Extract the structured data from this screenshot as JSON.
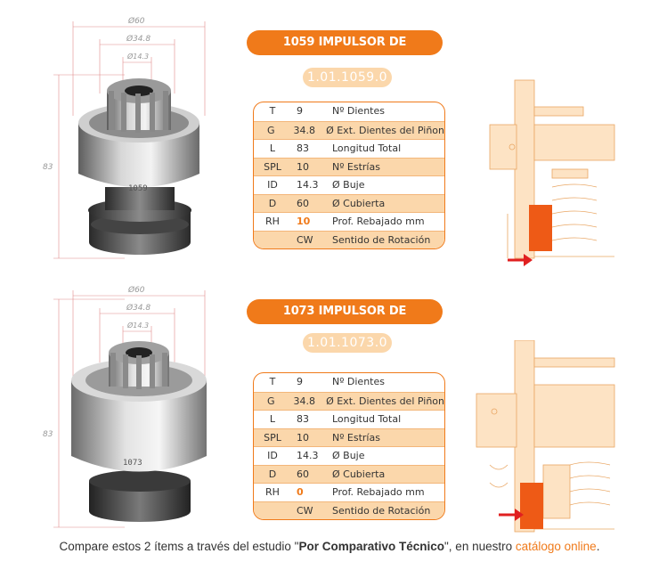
{
  "products": [
    {
      "title": "1059 IMPULSOR DE ARRANQUE",
      "code": "1.01.1059.0",
      "part_marking": "1059",
      "dims": {
        "outer": "Ø60",
        "mid": "Ø34.8",
        "inner": "Ø14.3",
        "height": "83"
      },
      "specs": [
        {
          "code": "T",
          "value": "9",
          "desc": "Nº Dientes"
        },
        {
          "code": "G",
          "value": "34.8",
          "desc": "Ø Ext. Dientes del Piñon"
        },
        {
          "code": "L",
          "value": "83",
          "desc": "Longitud Total"
        },
        {
          "code": "SPL",
          "value": "10",
          "desc": "Nº Estrías"
        },
        {
          "code": "ID",
          "value": "14.3",
          "desc": "Ø Buje"
        },
        {
          "code": "D",
          "value": "60",
          "desc": "Ø Cubierta"
        },
        {
          "code": "RH",
          "value": "10",
          "desc": "Prof. Rebajado mm"
        },
        {
          "code": "",
          "value": "CW",
          "desc": "Sentido de Rotación"
        }
      ]
    },
    {
      "title": "1073 IMPULSOR DE ARRANQUE",
      "code": "1.01.1073.0",
      "part_marking": "1073",
      "dims": {
        "outer": "Ø60",
        "mid": "Ø34.8",
        "inner": "Ø14.3",
        "height": "83"
      },
      "specs": [
        {
          "code": "T",
          "value": "9",
          "desc": "Nº Dientes"
        },
        {
          "code": "G",
          "value": "34.8",
          "desc": "Ø Ext. Dientes del Piñon"
        },
        {
          "code": "L",
          "value": "83",
          "desc": "Longitud Total"
        },
        {
          "code": "SPL",
          "value": "10",
          "desc": "Nº Estrías"
        },
        {
          "code": "ID",
          "value": "14.3",
          "desc": "Ø Buje"
        },
        {
          "code": "D",
          "value": "60",
          "desc": "Ø Cubierta"
        },
        {
          "code": "RH",
          "value": "0",
          "desc": "Prof. Rebajado mm"
        },
        {
          "code": "",
          "value": "CW",
          "desc": "Sentido de Rotación"
        }
      ]
    }
  ],
  "footer": {
    "prefix": "Compare estos 2 ítems a través del estudio \"",
    "study": "Por Comparativo Técnico",
    "middle": "\", en nuestro ",
    "link": "catálogo online",
    "suffix": "."
  },
  "colors": {
    "accent": "#f07a1a",
    "accent_light": "#fbd7ab"
  }
}
